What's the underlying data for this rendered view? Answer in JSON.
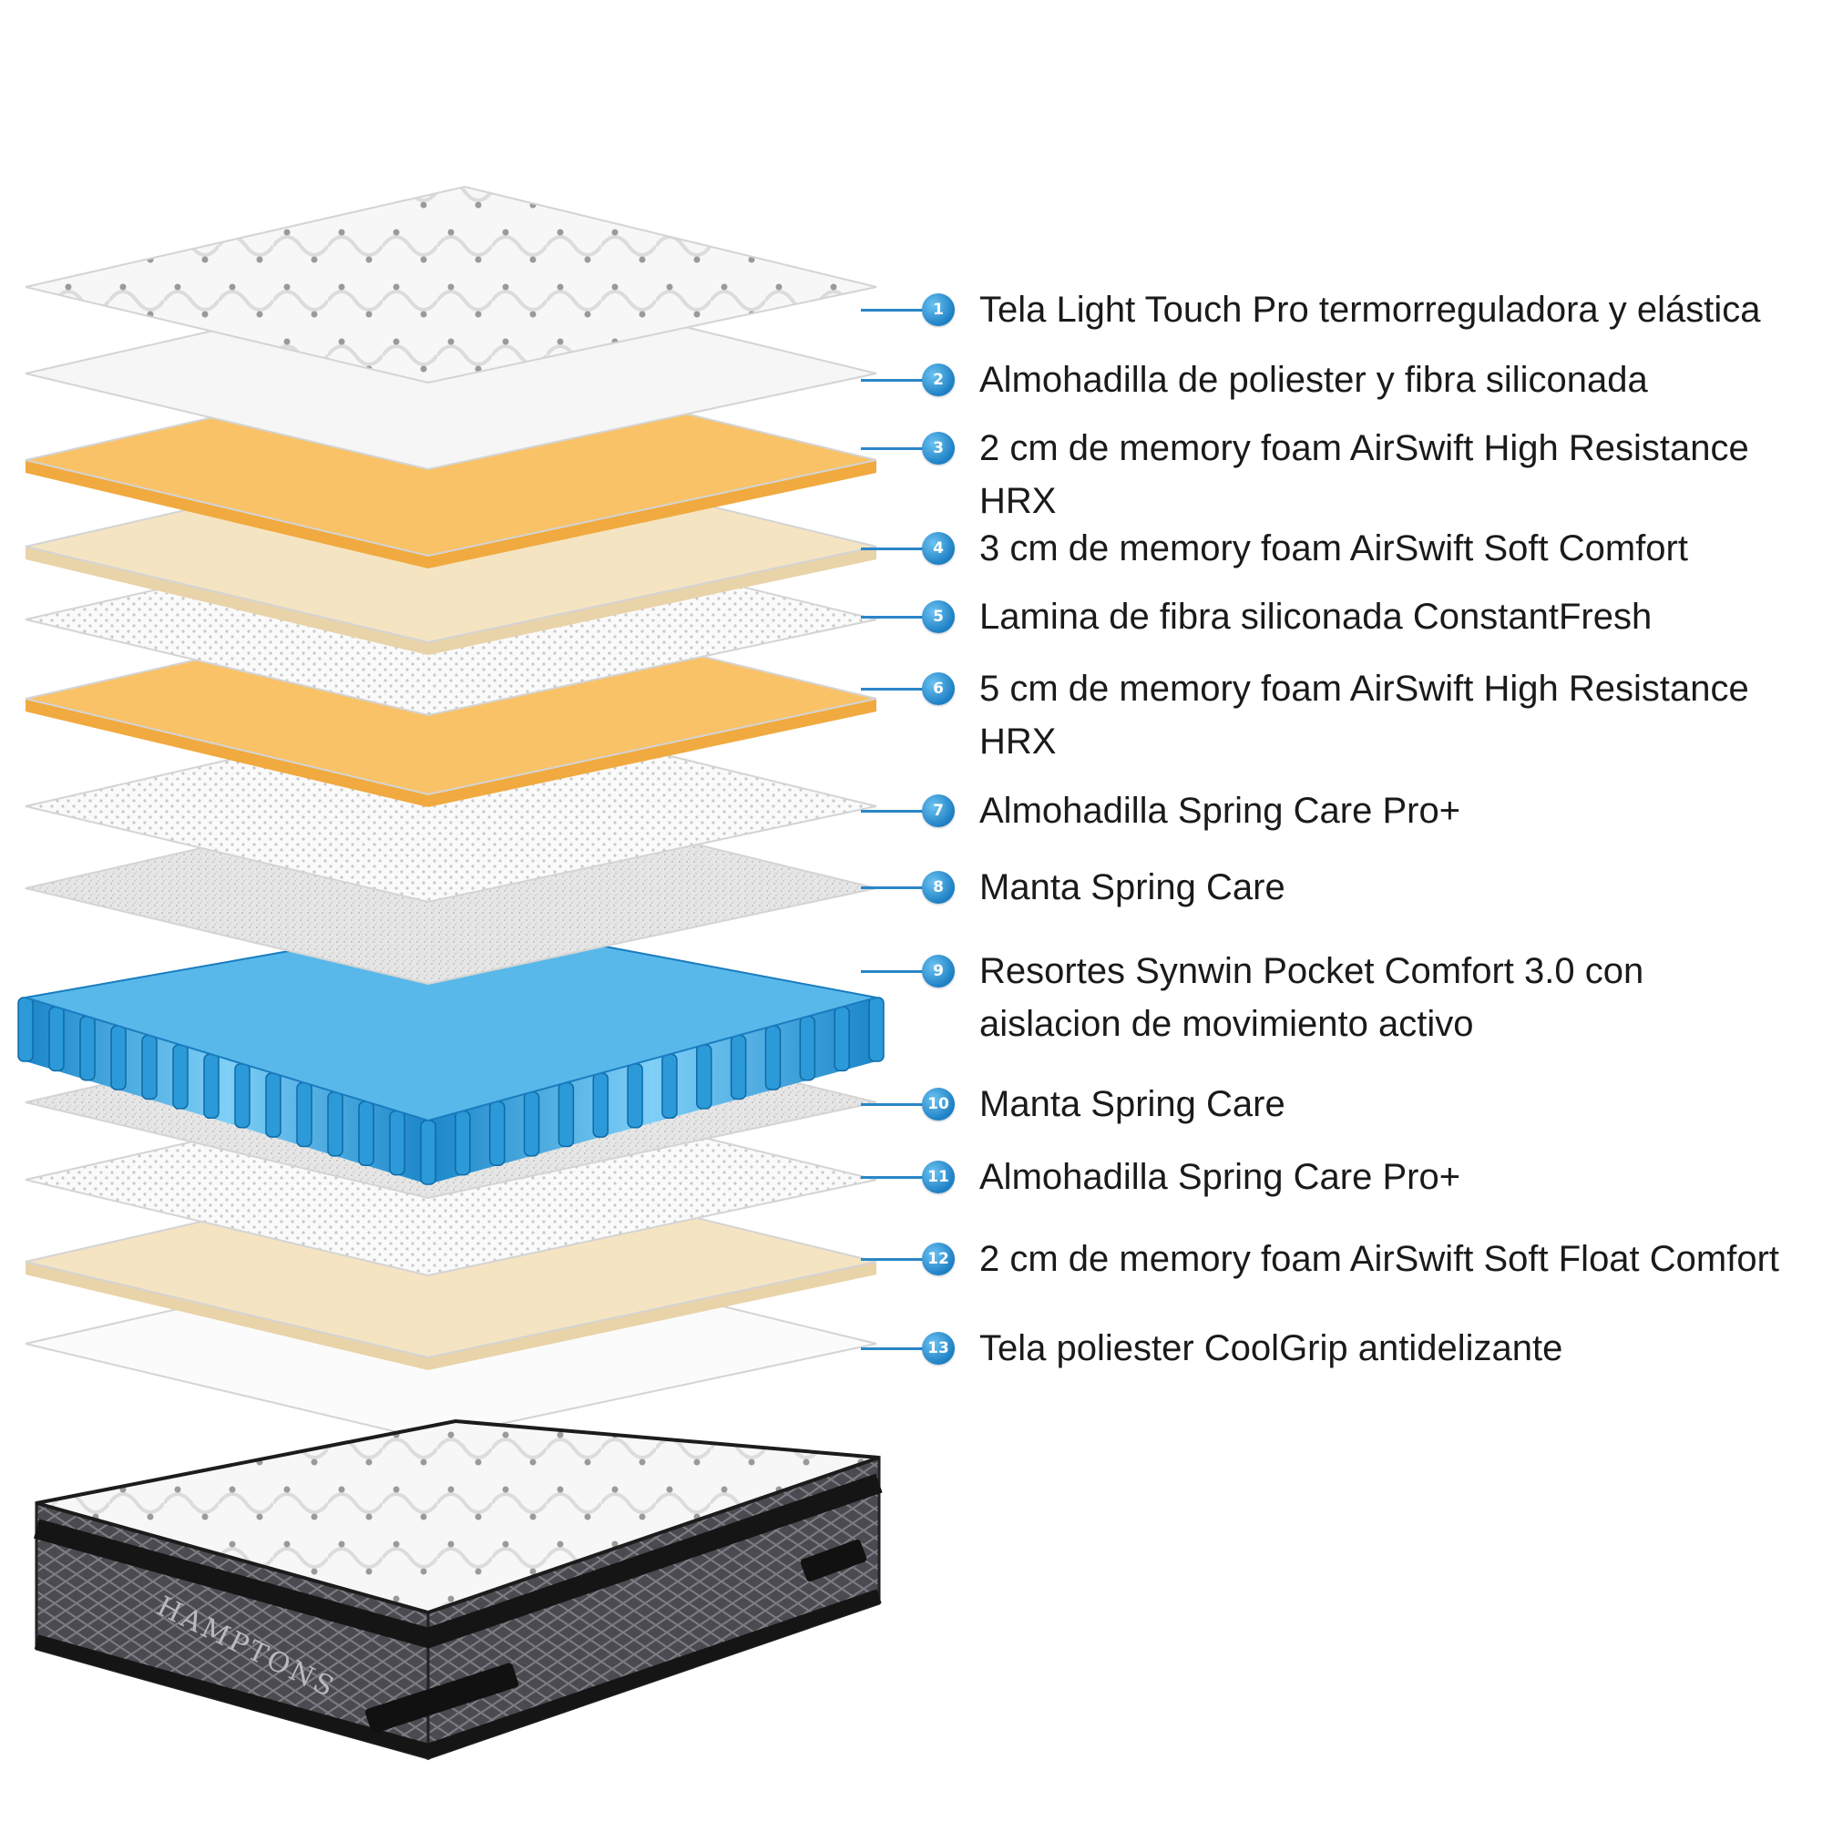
{
  "brand": "HAMPTONS",
  "colors": {
    "accent": "#1d7fc4",
    "memory_foam_orange": "#f9c267",
    "memory_foam_cream": "#f5e4c2",
    "springs_blue": "#36a9e0",
    "base_dark": "#2f2f33"
  },
  "layers": [
    {
      "num": "1",
      "text": "Tela Light Touch Pro termorreguladora y elástica",
      "kind": "quilted-fabric"
    },
    {
      "num": "2",
      "text": "Almohadilla de poliester y fibra siliconada",
      "kind": "white-pad"
    },
    {
      "num": "3",
      "text": "2 cm de memory foam AirSwift High Resistance\nHRX",
      "kind": "orange-foam"
    },
    {
      "num": "4",
      "text": "3 cm de memory foam AirSwift Soft Comfort",
      "kind": "cream-foam"
    },
    {
      "num": "5",
      "text": "Lamina de fibra siliconada ConstantFresh",
      "kind": "white-mesh"
    },
    {
      "num": "6",
      "text": "5 cm de memory foam AirSwift High Resistance\nHRX",
      "kind": "orange-foam"
    },
    {
      "num": "7",
      "text": "Almohadilla Spring Care Pro+",
      "kind": "white-mesh"
    },
    {
      "num": "8",
      "text": "Manta Spring Care",
      "kind": "grey-felt"
    },
    {
      "num": "9",
      "text": "Resortes Synwin Pocket Comfort 3.0 con\naislacion de movimiento activo",
      "kind": "pocket-springs"
    },
    {
      "num": "10",
      "text": "Manta Spring Care",
      "kind": "grey-felt"
    },
    {
      "num": "11",
      "text": "Almohadilla Spring Care Pro+",
      "kind": "white-mesh"
    },
    {
      "num": "12",
      "text": "2 cm de memory foam AirSwift Soft Float Comfort",
      "kind": "cream-foam"
    },
    {
      "num": "13",
      "text": "Tela poliester CoolGrip antidelizante",
      "kind": "white-sheet"
    }
  ]
}
